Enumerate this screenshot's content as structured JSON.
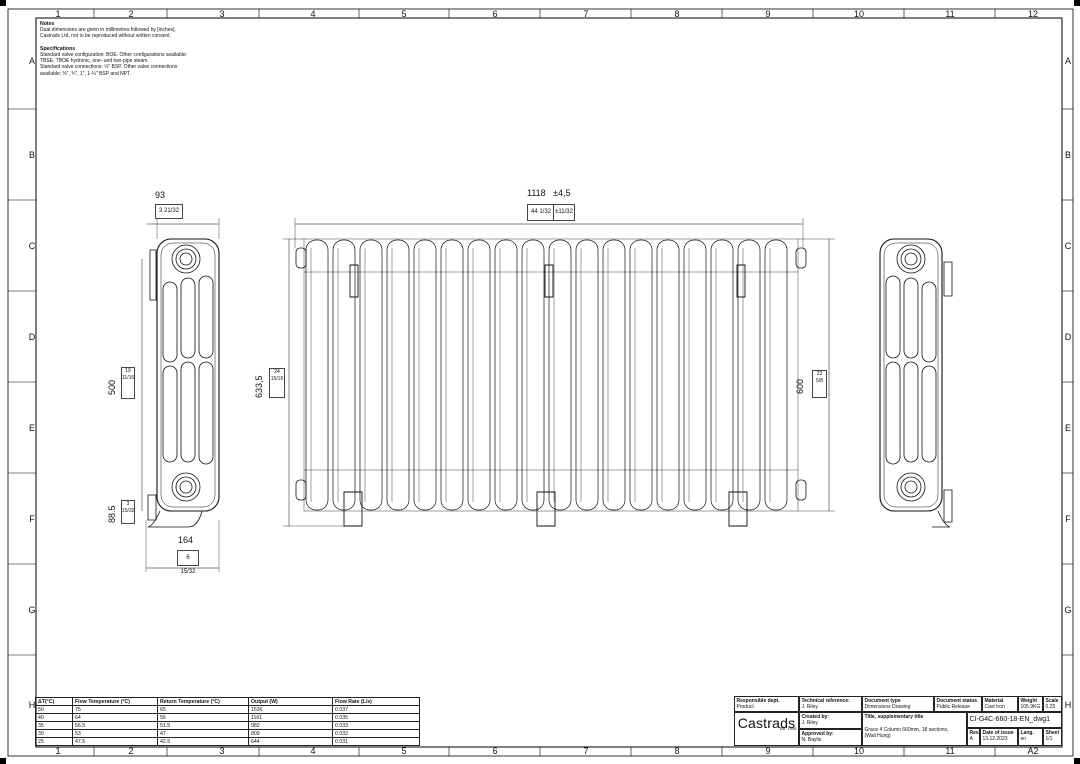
{
  "grid": {
    "columns": [
      "1",
      "2",
      "3",
      "4",
      "5",
      "6",
      "7",
      "8",
      "9",
      "10",
      "11",
      "12"
    ],
    "rows": [
      "A",
      "B",
      "C",
      "D",
      "E",
      "F",
      "G",
      "H"
    ],
    "sheet_size": "A2"
  },
  "notes": {
    "title": "Notes",
    "line1": "Dual dimensions are given in millimetres followed by [inches].",
    "line2": "Castrads Ltd, not to be reproduced without written consent.",
    "spec_title": "Specifications",
    "spec1": "Standard valve configuration: BOE. Other configurations available:",
    "spec2": "TBSE, TBOE hydronic, one- and two-pipe steam.",
    "spec3": "Standard valve connections: ½\" BSP. Other valve connections",
    "spec4": "available: ⅜\", ¾\", 1\", 1-¼\" BSP and NPT."
  },
  "dimensions": {
    "depth_mm": "93",
    "depth_in": "3 21/32",
    "height_centres_mm": "500",
    "height_centres_in": "19 11/16",
    "bottom_mm": "88.5",
    "bottom_in": "3 15/32",
    "foot_mm": "164",
    "foot_in": "6 15/32",
    "length_mm": "1118",
    "length_tol": "±4,5",
    "length_in": "44 1/32",
    "length_in_tol": "±11/32",
    "height_total_mm": "633,5",
    "height_total_in": "24 15/16",
    "height_600_mm": "600",
    "height_600_in": "23 5/8"
  },
  "flow_table": {
    "headers": [
      "ΔT(°C)",
      "Flow Temperature (°C)",
      "Return Temperature (°C)",
      "Output (W)",
      "Flow Rate (L/s)"
    ],
    "rows": [
      [
        "50",
        "75",
        "65",
        "1536",
        "0.037"
      ],
      [
        "40",
        "64",
        "56",
        "1161",
        "0.035"
      ],
      [
        "35",
        "56.5",
        "51.5",
        "982",
        "0.033"
      ],
      [
        "30",
        "53",
        "47",
        "809",
        "0.032"
      ],
      [
        "25",
        "47.5",
        "42.5",
        "644",
        "0.031"
      ]
    ]
  },
  "title_block": {
    "responsible_dept_label": "Responsible dept.",
    "responsible_dept": "Product",
    "tech_ref_label": "Technical reference:",
    "tech_ref": "J. Riley",
    "created_by_label": "Created by:",
    "created_by": "J. Riley",
    "approved_by_label": "Approved by:",
    "approved_by": "N. Baylis",
    "doc_type_label": "Document type",
    "doc_type": "Dimensions Drawing",
    "doc_status_label": "Document status",
    "doc_status": "Public Release",
    "material_label": "Material",
    "material": "Cast Iron",
    "weight_label": "Weight",
    "weight": "105.9KG",
    "scale_label": "Scale",
    "scale": "0.25",
    "title_label": "Title, supplementary title",
    "title": "Grace 4 Column 660mm, 18 sections,",
    "title2": "(Wall Hung)",
    "doc_number": "CI-G4C-660-18-EN_dwg1",
    "rev_label": "Rev.",
    "rev": "A",
    "date_label": "Date of issue",
    "date": "13.12.2023",
    "lang_label": "Lang.",
    "lang": "en",
    "sheet_label": "Sheet",
    "sheet": "1/1",
    "logo": "Castrads",
    "logo_sub": "Est. 1998"
  }
}
